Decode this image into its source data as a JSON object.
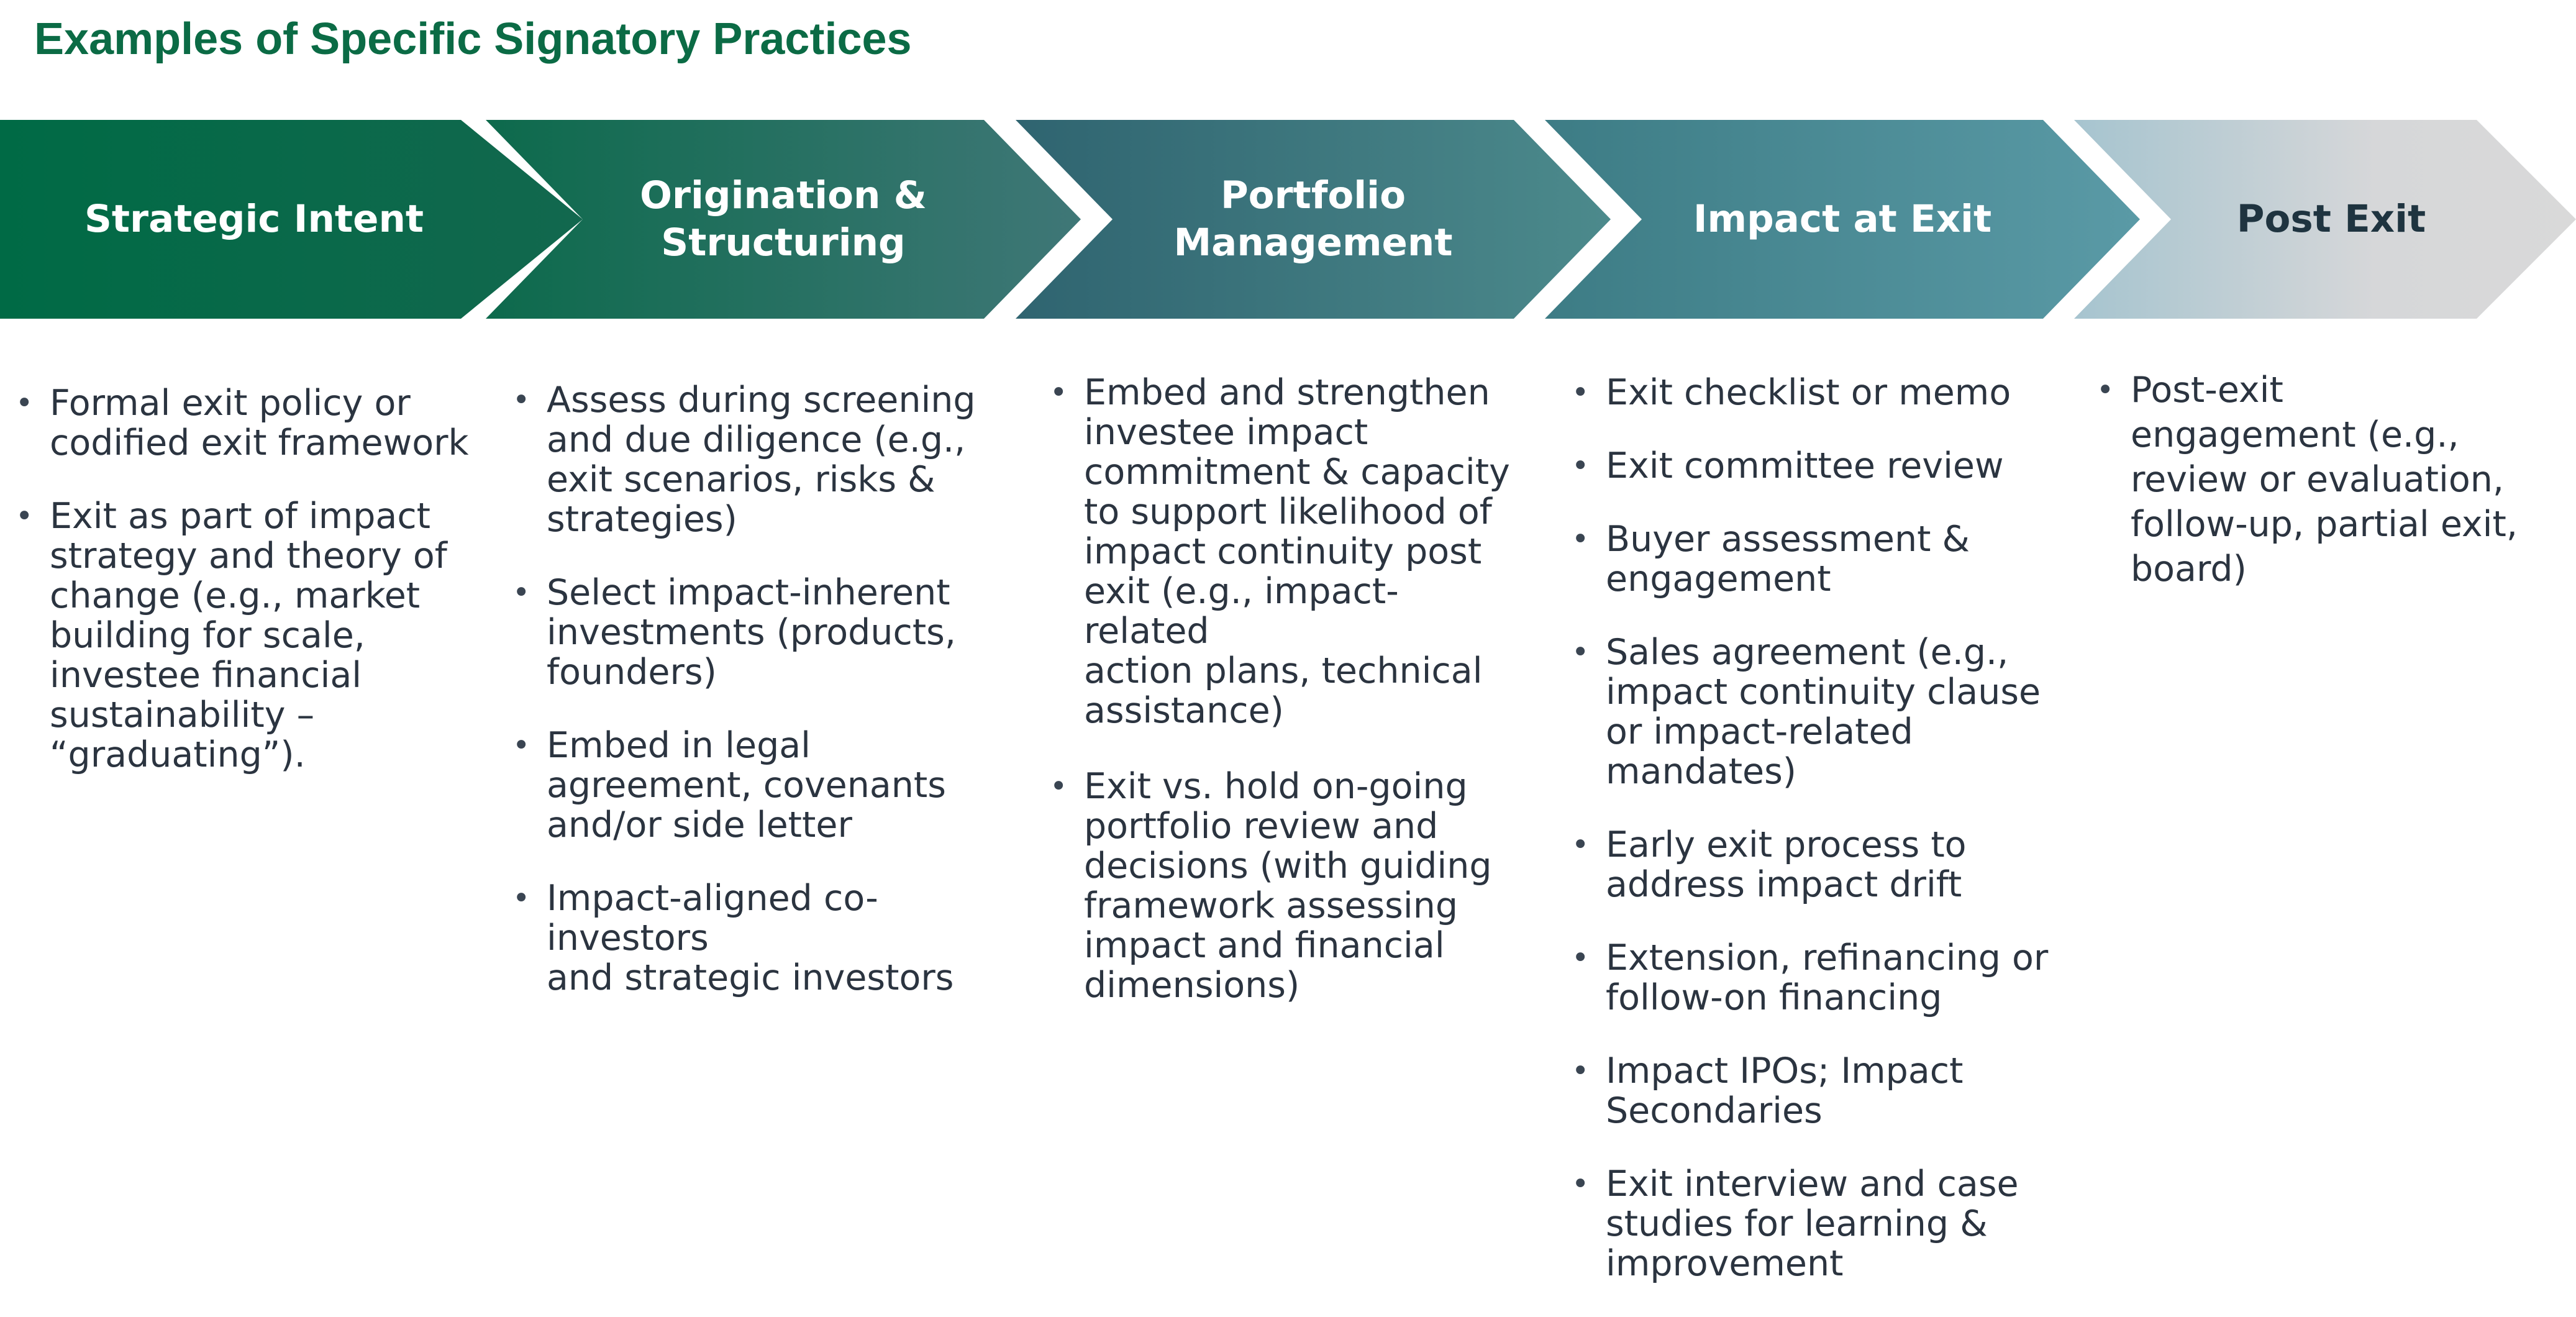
{
  "title": "Examples of Specific Signatory Practices",
  "stages": [
    {
      "label": "Strategic Intent",
      "items": [
        "Formal exit policy or\ncodified exit framework",
        "Exit as part of impact\nstrategy and theory of\nchange (e.g., market\nbuilding for scale,\ninvestee financial\nsustainability –\n“graduating”)."
      ]
    },
    {
      "label": "Origination &\nStructuring",
      "items": [
        "Assess during screening\nand due diligence  (e.g.,\nexit scenarios, risks &\nstrategies)",
        "Select impact-inherent\ninvestments (products,\nfounders)",
        "Embed in legal\nagreement, covenants\nand/or side letter",
        "Impact-aligned co-\ninvestors\nand strategic investors"
      ]
    },
    {
      "label": "Portfolio\nManagement",
      "items": [
        "Embed and strengthen\ninvestee impact\ncommitment & capacity\nto support likelihood of\nimpact continuity post\nexit (e.g., impact-related\naction plans, technical\nassistance)",
        "Exit vs. hold on-going\nportfolio review and\ndecisions (with guiding\nframework assessing\nimpact and financial\ndimensions)"
      ]
    },
    {
      "label": "Impact at Exit",
      "items": [
        "Exit checklist or memo",
        "Exit committee review",
        "Buyer assessment &\nengagement",
        "Sales agreement (e.g.,\nimpact continuity clause\nor impact-related\nmandates)",
        "Early exit process to\naddress impact drift",
        "Extension, refinancing or\nfollow-on financing",
        "Impact IPOs; Impact\nSecondaries",
        "Exit interview and case\nstudies for learning &\nimprovement"
      ]
    },
    {
      "label": "Post Exit",
      "items": [
        "Post-exit\nengagement (e.g.,\nreview or evaluation,\nfollow-up, partial exit,\nboard)"
      ]
    }
  ]
}
